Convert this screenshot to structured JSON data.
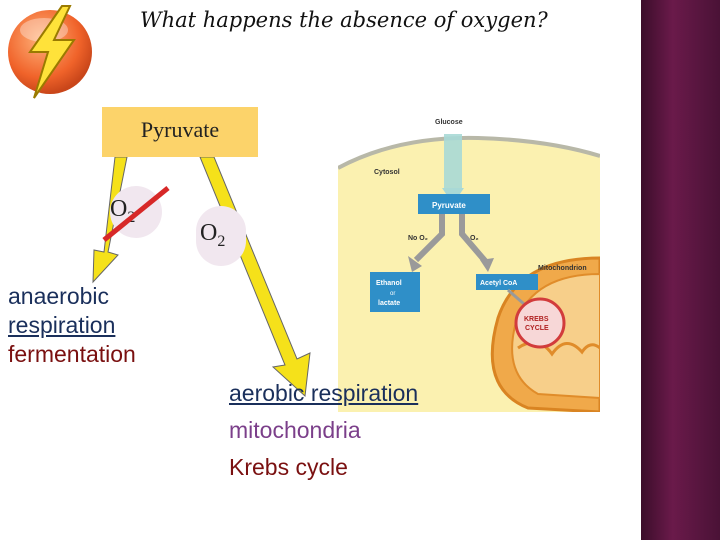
{
  "title": "What happens the absence of oxygen?",
  "pyruvate": "Pyruvate",
  "o2_left": {
    "main": "O",
    "sub": "2"
  },
  "o2_right": {
    "main": "O",
    "sub": "2"
  },
  "anaerobic": {
    "line1": "anaerobic",
    "line2": "respiration",
    "line3": "fermentation"
  },
  "aerobic": {
    "line1": "aerobic respiration",
    "line2": "mitochondria",
    "line3": "Krebs cycle"
  },
  "cell": {
    "glucose": "Glucose",
    "cytosol": "Cytosol",
    "pyruvate": "Pyruvate",
    "no_o2": "No O₂",
    "o2": "O₂",
    "ethanol": "Ethanol",
    "or": "or",
    "lactate": "lactate",
    "acetyl": "Acetyl CoA",
    "mitochondrion": "Mitochondrion",
    "krebs1": "KREBS",
    "krebs2": "CYCLE"
  },
  "colors": {
    "pyruvate_box": "#fcd36a",
    "arrow_yellow": "#f5e11a",
    "slide_strip": "#5a1540"
  }
}
